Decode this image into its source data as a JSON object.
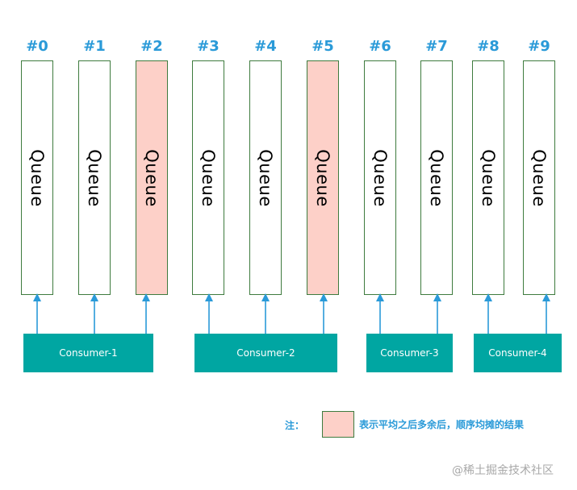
{
  "queues": [
    {
      "index": "#0",
      "label": "Queue",
      "highlighted": false
    },
    {
      "index": "#1",
      "label": "Queue",
      "highlighted": false
    },
    {
      "index": "#2",
      "label": "Queue",
      "highlighted": true
    },
    {
      "index": "#3",
      "label": "Queue",
      "highlighted": false
    },
    {
      "index": "#4",
      "label": "Queue",
      "highlighted": false
    },
    {
      "index": "#5",
      "label": "Queue",
      "highlighted": true
    },
    {
      "index": "#6",
      "label": "Queue",
      "highlighted": false
    },
    {
      "index": "#7",
      "label": "Queue",
      "highlighted": false
    },
    {
      "index": "#8",
      "label": "Queue",
      "highlighted": false
    },
    {
      "index": "#9",
      "label": "Queue",
      "highlighted": false
    }
  ],
  "consumers": [
    {
      "label": "Consumer-1",
      "queues": [
        0,
        1,
        2
      ]
    },
    {
      "label": "Consumer-2",
      "queues": [
        3,
        4,
        5
      ]
    },
    {
      "label": "Consumer-3",
      "queues": [
        6,
        7
      ]
    },
    {
      "label": "Consumer-4",
      "queues": [
        8,
        9
      ]
    }
  ],
  "legend": {
    "label": "注：",
    "text": "表示平均之后多余后，顺序均摊的结果"
  },
  "watermark": "@稀土掘金技术社区",
  "colors": {
    "index_text": "#2a9ad8",
    "queue_border": "#3e7b3e",
    "highlight_fill": "#fdd0c8",
    "consumer_fill": "#00a6a2",
    "arrow": "#2a9ad8"
  }
}
